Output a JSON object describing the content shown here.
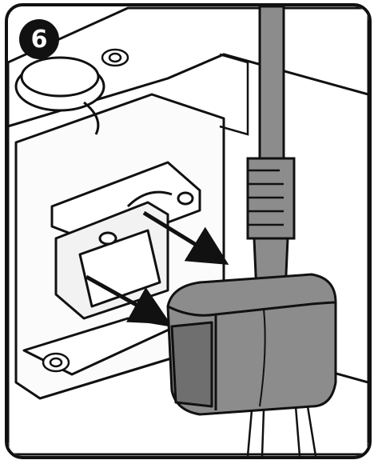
{
  "step": {
    "number": "6"
  },
  "colors": {
    "outline": "#111111",
    "housing_fill": "#ffffff",
    "plug_fill": "#8c8c8c",
    "plug_shade": "#6f6f6f",
    "arrow": "#111111"
  },
  "icons": {
    "step_badge": "numbered-circle",
    "direction_arrows": "double-arrow"
  }
}
